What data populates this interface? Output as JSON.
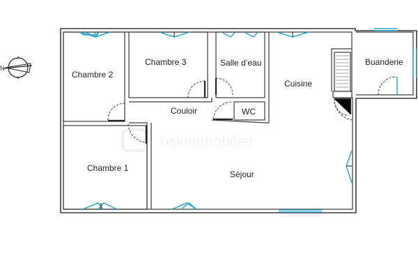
{
  "diagram": {
    "type": "floor-plan",
    "rooms": [
      {
        "id": "chambre2",
        "label": "Chambre 2"
      },
      {
        "id": "chambre3",
        "label": "Chambre 3"
      },
      {
        "id": "salle_eau",
        "label": "Salle d’eau"
      },
      {
        "id": "cuisine",
        "label": "Cuisine"
      },
      {
        "id": "buanderie",
        "label": "Buanderie"
      },
      {
        "id": "couloir",
        "label": "Couloir"
      },
      {
        "id": "wc",
        "label": "WC"
      },
      {
        "id": "chambre1",
        "label": "Chambre 1"
      },
      {
        "id": "sejour",
        "label": "Séjour"
      }
    ],
    "watermark": "bskimmobilier",
    "compass": {
      "north_label": "N"
    },
    "colors": {
      "wall": "#3a3a3a",
      "window": "#2aa7cf",
      "background": "#ffffff"
    }
  }
}
